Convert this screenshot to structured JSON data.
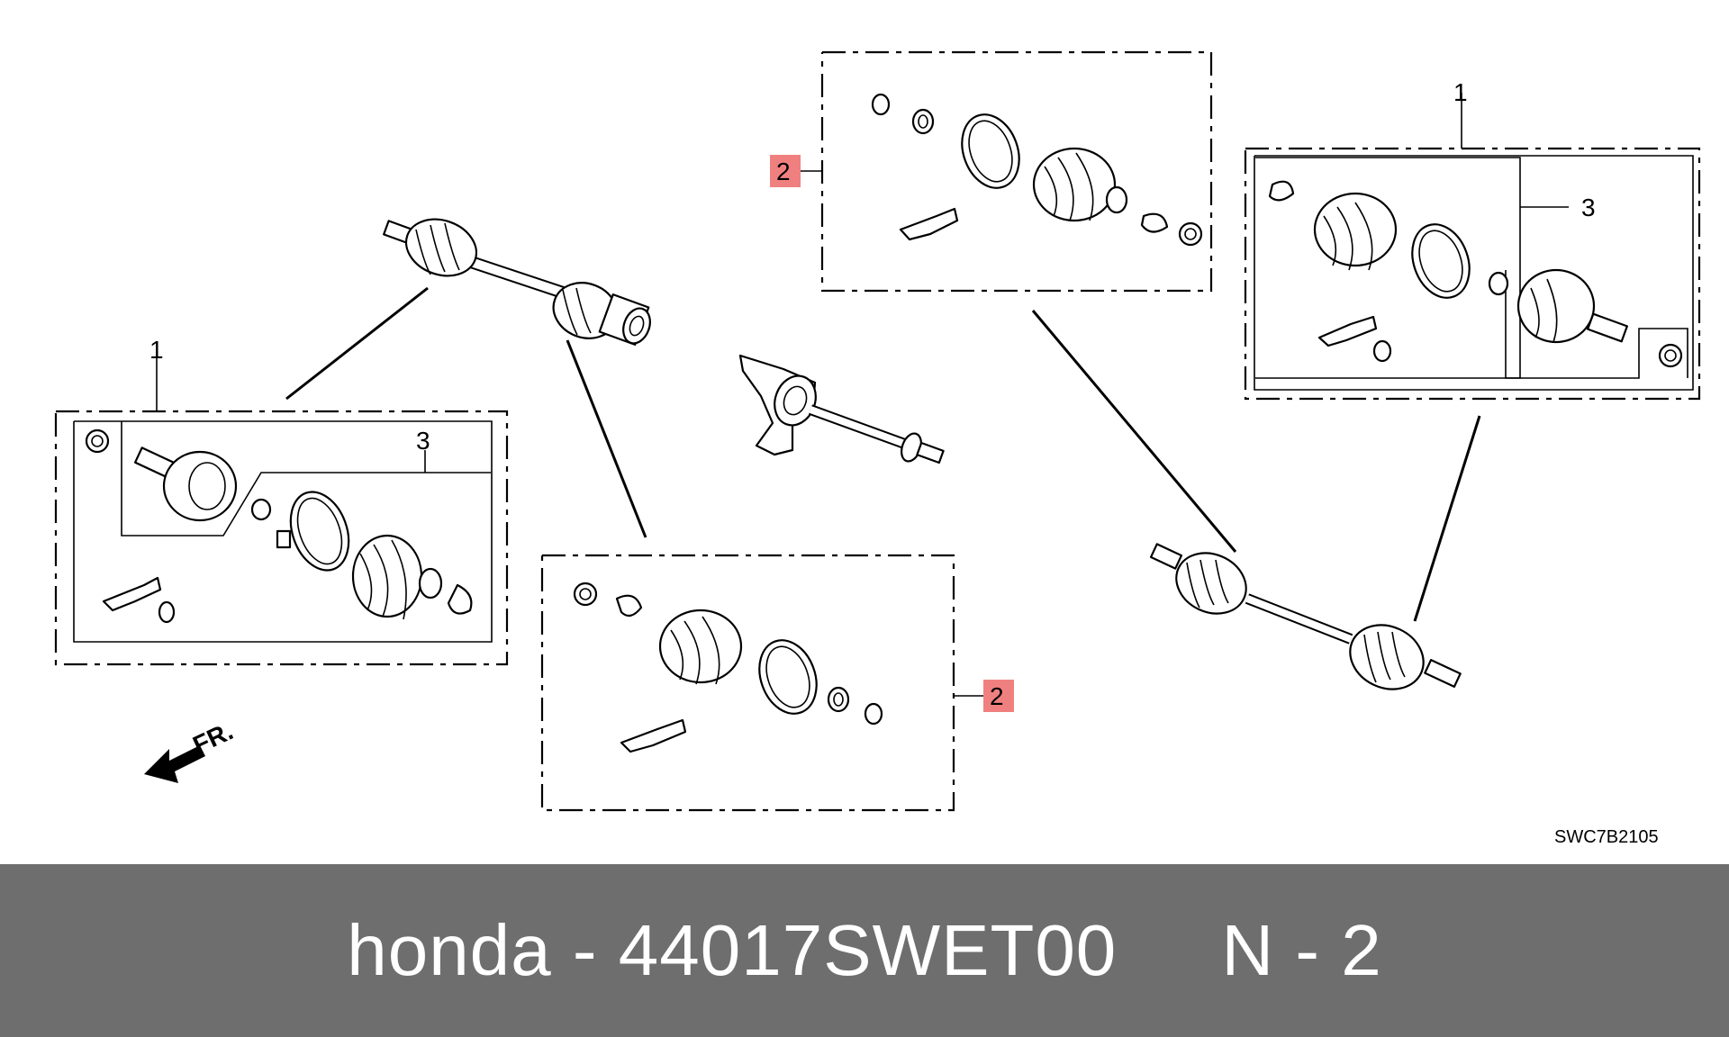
{
  "diagram": {
    "callouts": {
      "assembly_left": "1",
      "subkit_left": "3",
      "boot_kit_top": "2",
      "boot_kit_bottom": "2",
      "assembly_right": "1",
      "subkit_right": "3"
    },
    "front_indicator": "FR.",
    "drawing_code": "SWC7B2105",
    "highlight_color": "#f08080"
  },
  "footer": {
    "caption": "honda - 44017SWET00     N - 2"
  }
}
